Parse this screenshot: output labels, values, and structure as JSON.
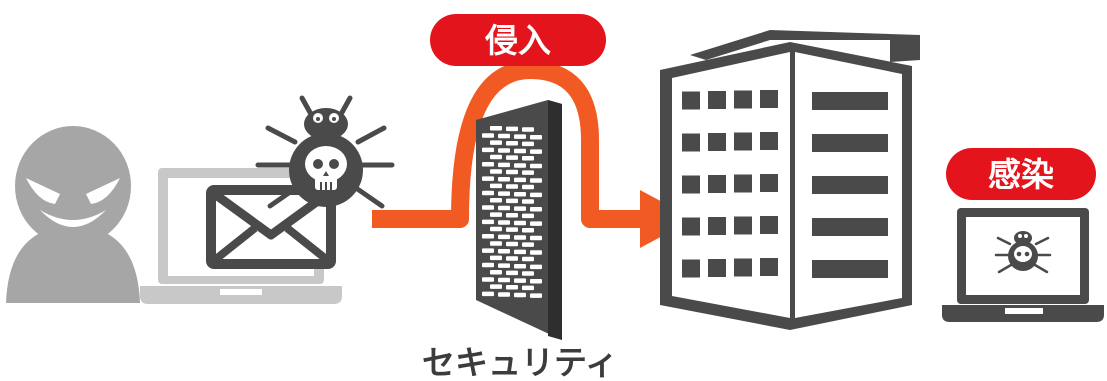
{
  "labels": {
    "intrusion": "侵入",
    "infection": "感染",
    "security": "セキュリティ"
  },
  "icons": {
    "attacker": "hacker-silhouette-icon",
    "attacker_laptop": "laptop-icon",
    "mail": "envelope-icon",
    "virus": "skull-bug-icon",
    "firewall": "brick-wall-icon",
    "path": "intrusion-arrow",
    "target": "office-building-icon",
    "victim_laptop": "infected-laptop-icon"
  },
  "colors": {
    "badge": "#e3141c",
    "arrow": "#f15a22",
    "dark": "#4a4a4a",
    "attacker": "#a6a6a6",
    "laptop_gray": "#c8c8c8",
    "text_dark": "#3c3c3c"
  }
}
